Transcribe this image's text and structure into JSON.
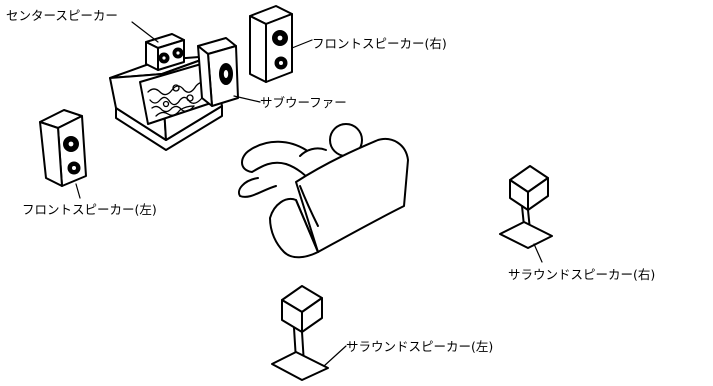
{
  "labels": {
    "center": "センタースピーカー",
    "front_right": "フロントスピーカー(右)",
    "subwoofer": "サブウーファー",
    "front_left": "フロントスピーカー(左)",
    "surround_right": "サラウンドスピーカー(右)",
    "surround_left": "サラウンドスピーカー(左)"
  }
}
